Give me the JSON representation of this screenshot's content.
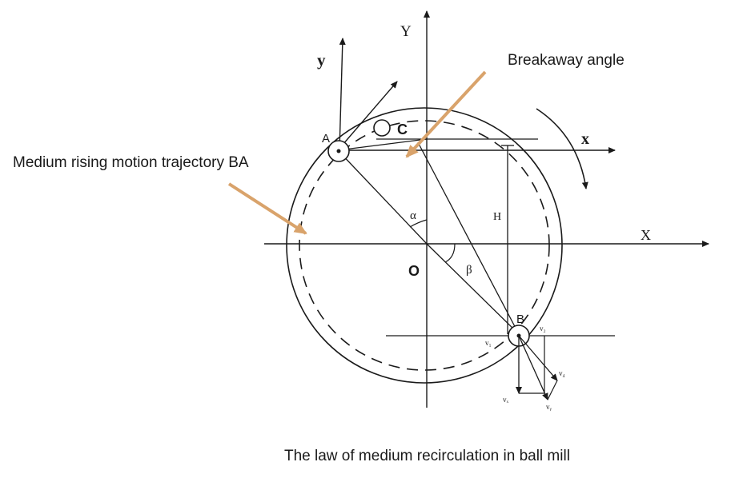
{
  "annotations": {
    "breakaway_angle": "Breakaway angle",
    "rising_trajectory": "Medium rising motion trajectory BA",
    "caption": "The law of medium recirculation in ball mill"
  },
  "labels": {
    "Y_upper": "Y",
    "y_lower": "y",
    "X_upper": "X",
    "x_lower": "x",
    "O": "O",
    "A": "A",
    "B": "B",
    "C": "C",
    "H": "H",
    "alpha": "α",
    "beta": "β",
    "v1": "v₁",
    "v2": "v₂",
    "v3": "vₓ",
    "v4": "v₄",
    "v5": "vᵧ"
  },
  "colors": {
    "line": "#1a1a1a",
    "arrow_accent": "#d9a36b"
  }
}
